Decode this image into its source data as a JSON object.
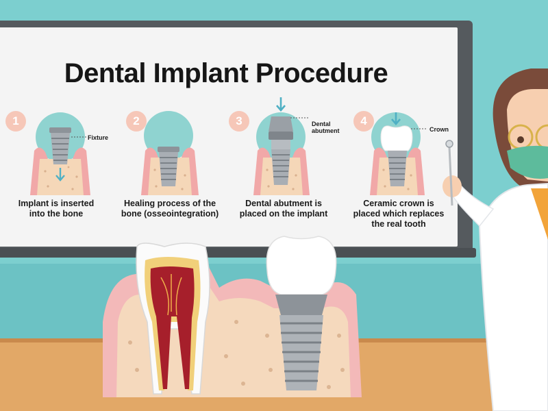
{
  "title": "Dental Implant Procedure",
  "steps": [
    {
      "number": "1",
      "caption_line1": "Implant is inserted",
      "caption_line2": "into the bone",
      "callout": "Fixture"
    },
    {
      "number": "2",
      "caption_line1": "Healing process of the",
      "caption_line2": "bone (osseointegration)"
    },
    {
      "number": "3",
      "caption_line1": "Dental abutment is",
      "caption_line2": "placed on the implant",
      "callout_line1": "Dental",
      "callout_line2": "abutment"
    },
    {
      "number": "4",
      "caption_line1": "Ceramic crown is",
      "caption_line2": "placed which replaces",
      "caption_line3": "the real tooth",
      "callout": "Crown"
    }
  ],
  "colors": {
    "wall": "#7ccfcf",
    "board": "#f4f4f4",
    "frame": "#555a5e",
    "gum": "#f1a8a8",
    "bone": "#f5d7b8",
    "circle": "#8fd3d0",
    "step_badge": "#f6c7b8",
    "table": "#e2a867",
    "coat": "#ffffff",
    "mask": "#5dbb9c"
  }
}
